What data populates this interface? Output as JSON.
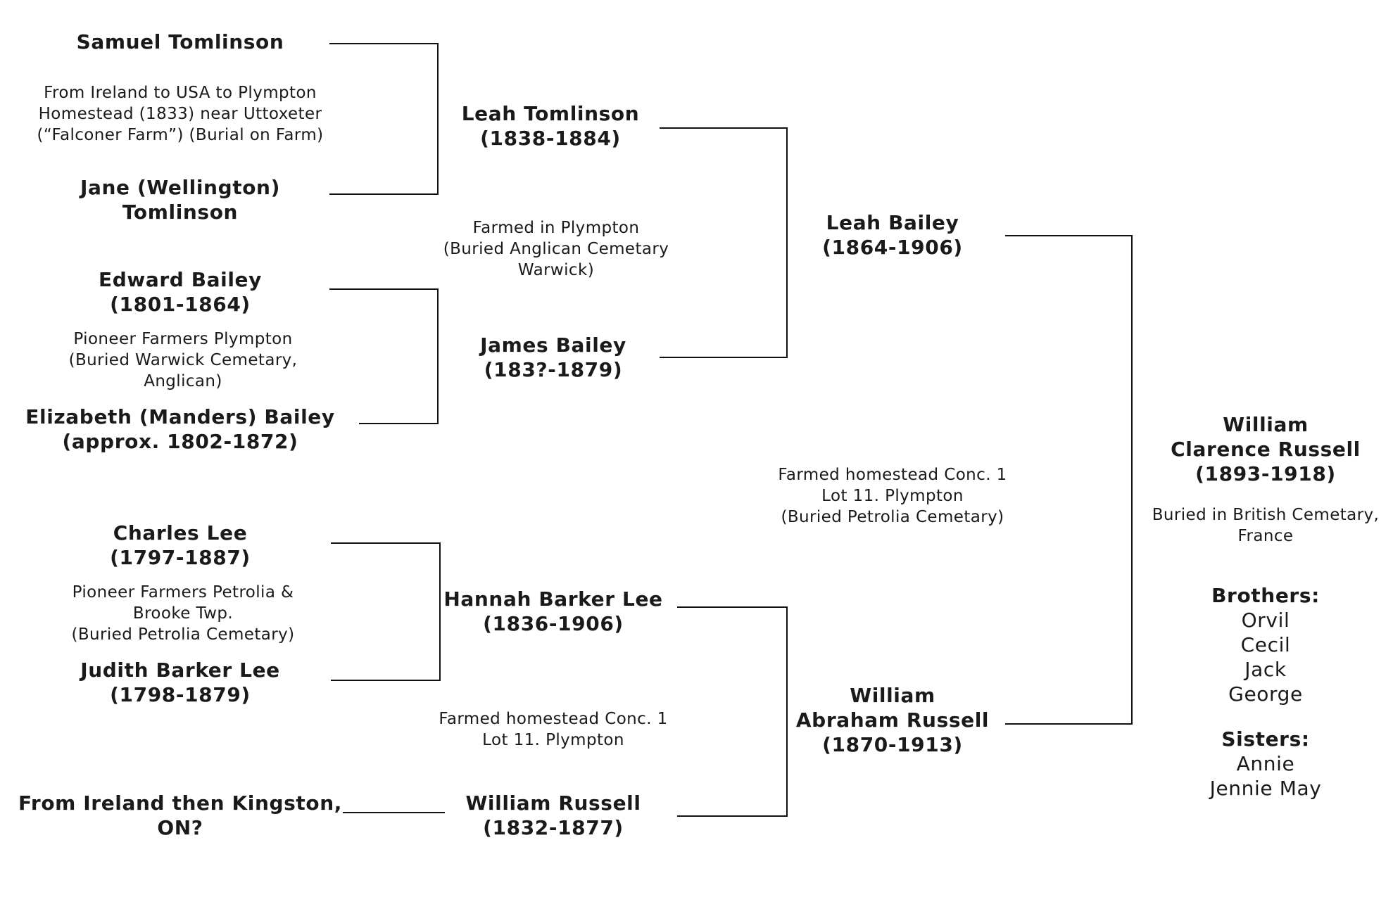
{
  "generation1": {
    "samuel": {
      "line1": "Samuel Tomlinson"
    },
    "samuel_note": {
      "line1": "From Ireland to USA to Plympton",
      "line2": "Homestead (1833) near Uttoxeter",
      "line3": "(“Falconer Farm”)  (Burial on Farm)"
    },
    "jane": {
      "line1": "Jane (Wellington)",
      "line2": "Tomlinson"
    },
    "edward": {
      "line1": "Edward Bailey",
      "line2": "(1801-1864)"
    },
    "edward_note": {
      "line1": "Pioneer Farmers Plympton",
      "line2": "(Buried Warwick Cemetary,",
      "line3": "Anglican)"
    },
    "elizabeth": {
      "line1": "Elizabeth (Manders) Bailey",
      "line2": "(approx. 1802-1872)"
    },
    "charles": {
      "line1": "Charles Lee",
      "line2": "(1797-1887)"
    },
    "charles_note": {
      "line1": "Pioneer Farmers Petrolia &",
      "line2": "Brooke Twp.",
      "line3": "(Buried Petrolia Cemetary)"
    },
    "judith": {
      "line1": "Judith Barker Lee",
      "line2": "(1798-1879)"
    },
    "ireland": {
      "line1": "From Ireland then Kingston,",
      "line2": "ON?"
    }
  },
  "generation2": {
    "leah_tomlinson": {
      "line1": "Leah Tomlinson",
      "line2": "(1838-1884)"
    },
    "leah_note": {
      "line1": "Farmed in Plympton",
      "line2": "(Buried Anglican Cemetary",
      "line3": "Warwick)"
    },
    "james": {
      "line1": "James Bailey",
      "line2": "(183?-1879)"
    },
    "hannah": {
      "line1": "Hannah Barker Lee",
      "line2": "(1836-1906)"
    },
    "hannah_note": {
      "line1": "Farmed homestead Conc. 1",
      "line2": "Lot 11. Plympton"
    },
    "william_russell": {
      "line1": "William Russell",
      "line2": "(1832-1877)"
    }
  },
  "generation3": {
    "leah_bailey": {
      "line1": "Leah Bailey",
      "line2": "(1864-1906)"
    },
    "couple_note": {
      "line1": "Farmed homestead Conc. 1",
      "line2": "Lot 11. Plympton",
      "line3": "(Buried Petrolia Cemetary)"
    },
    "william_abraham": {
      "line1": "William",
      "line2": "Abraham Russell",
      "line3": "(1870-1913)"
    }
  },
  "subject": {
    "name": {
      "line1": "William",
      "line2": "Clarence Russell",
      "line3": "(1893-1918)"
    },
    "note": {
      "line1": "Buried in British Cemetary,",
      "line2": "France"
    },
    "brothers_label": "Brothers:",
    "brothers": [
      "Orvil",
      "Cecil",
      "Jack",
      "George"
    ],
    "sisters_label": "Sisters:",
    "sisters": [
      "Annie",
      "Jennie May"
    ]
  }
}
